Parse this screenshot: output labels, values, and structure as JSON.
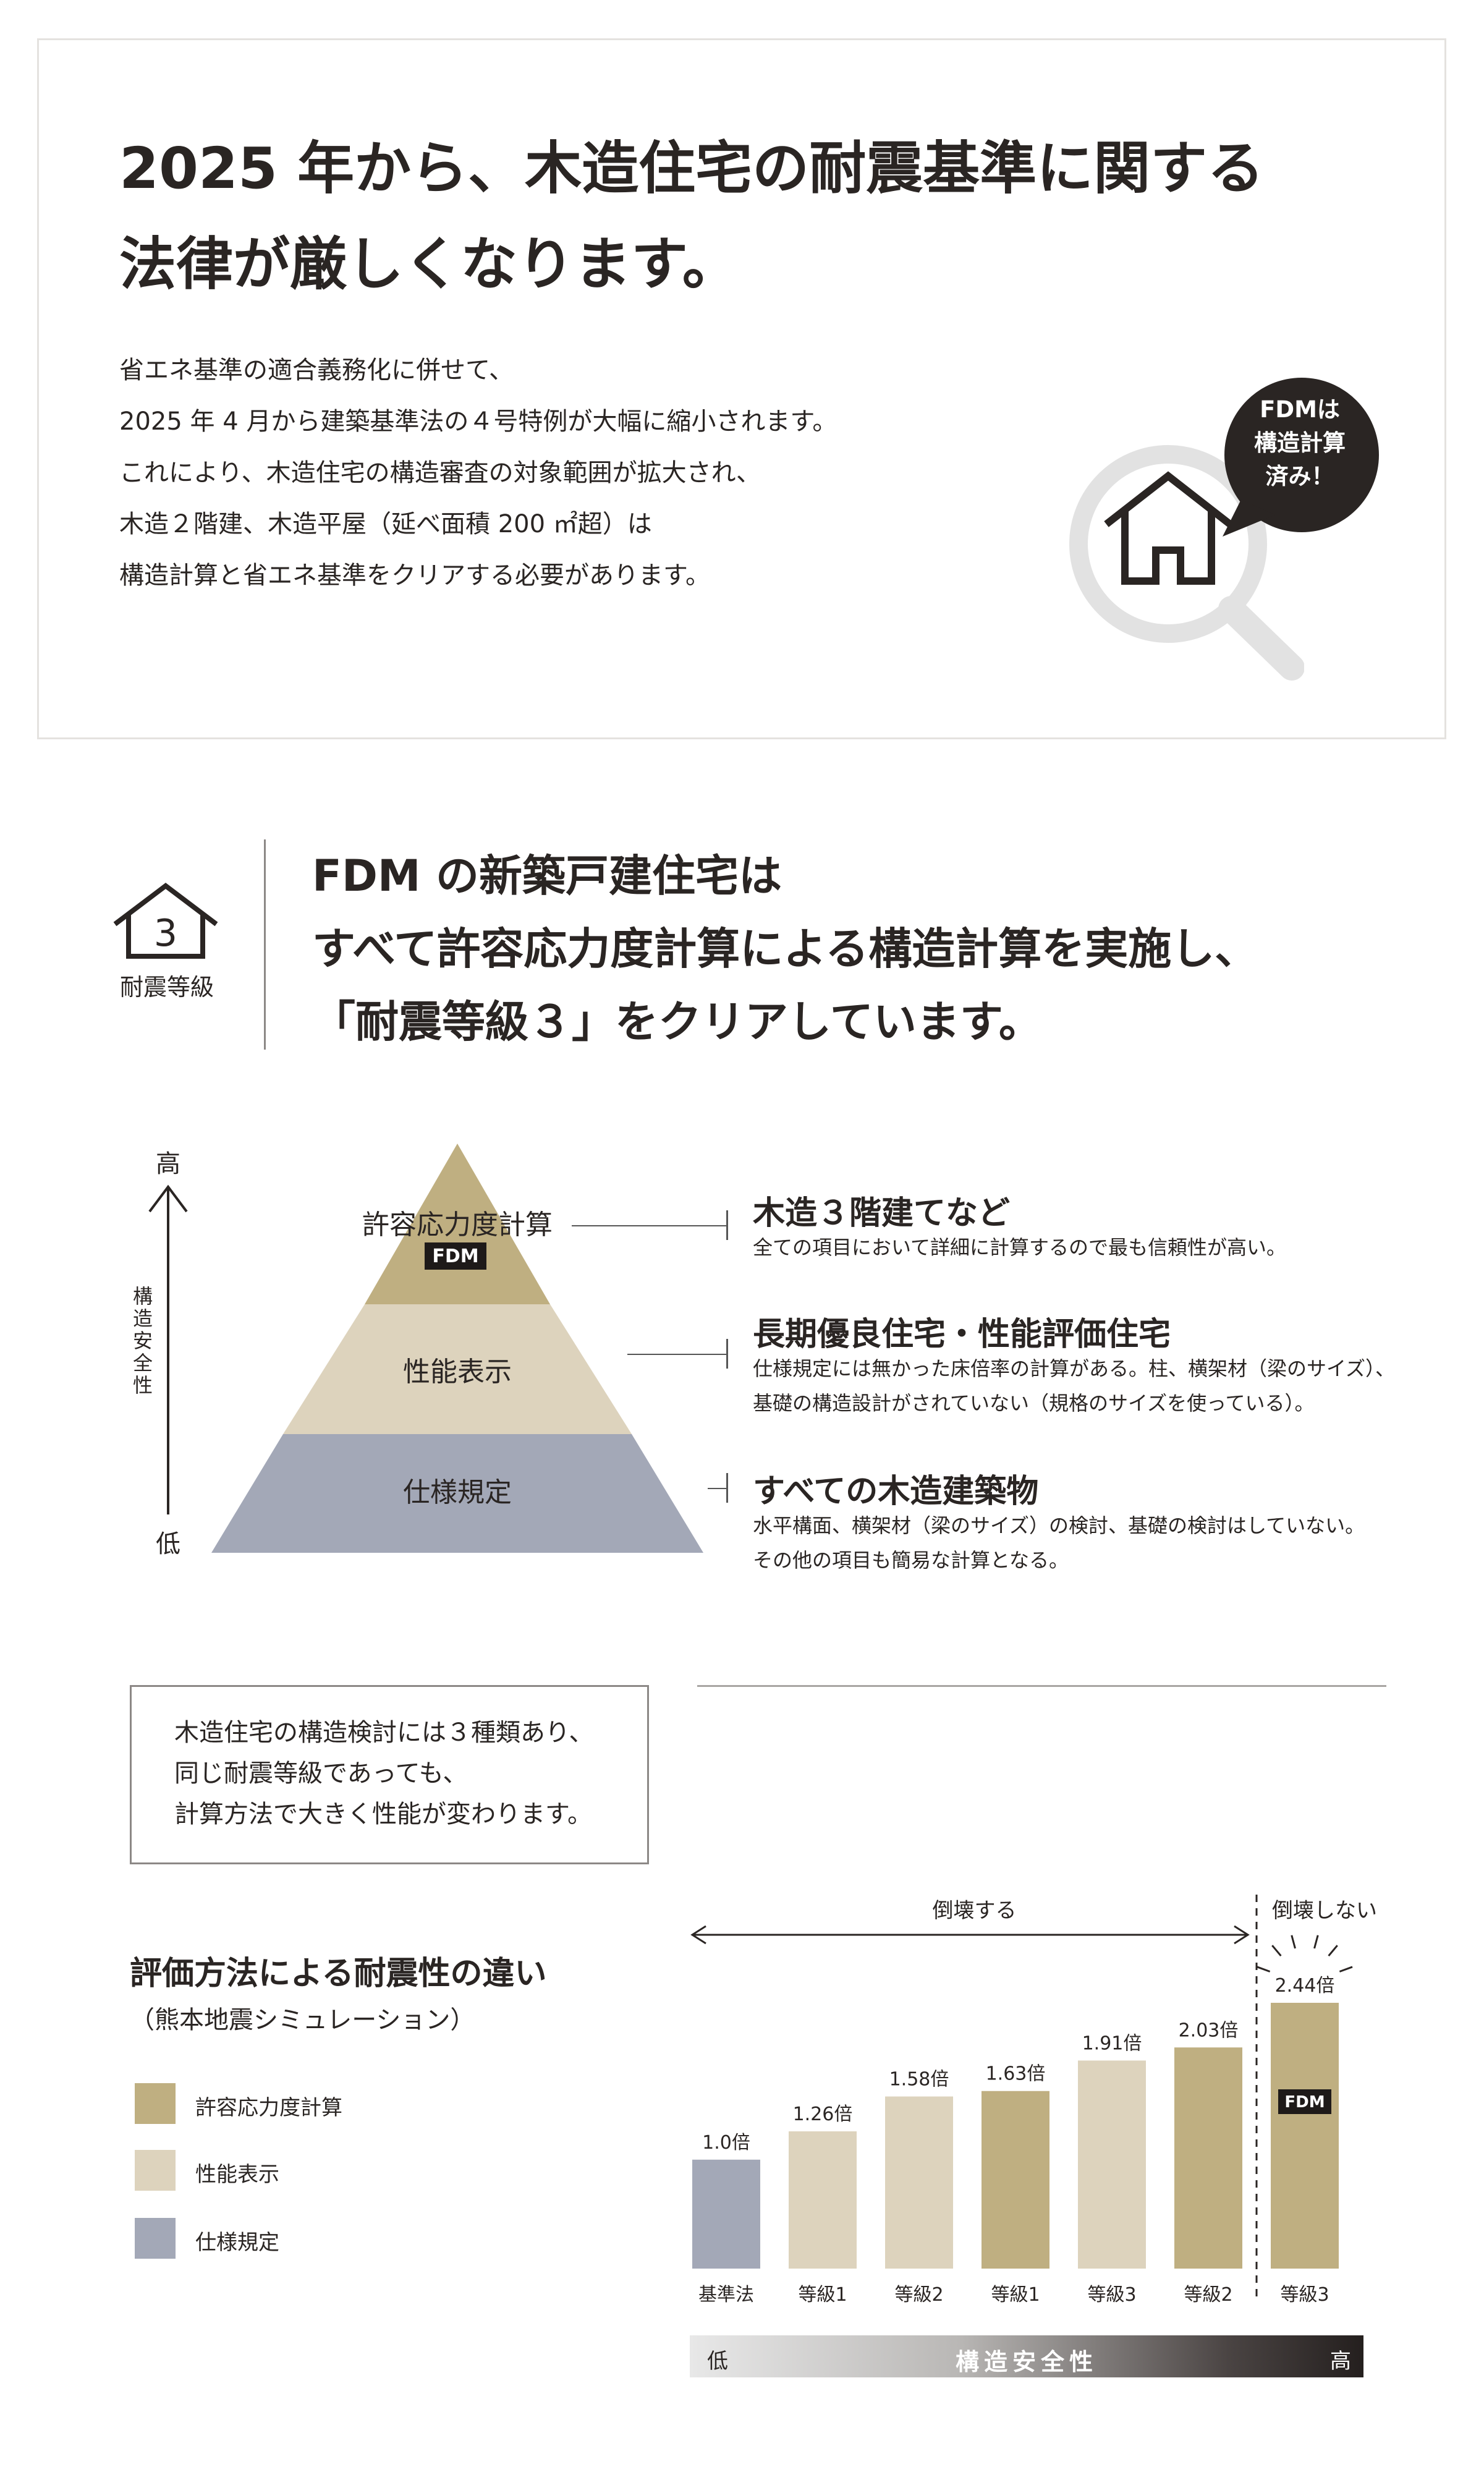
{
  "intro": {
    "heading_line1": "2025 年から、木造住宅の耐震基準に関する",
    "heading_line2": "法律が厳しくなります。",
    "body": [
      "省エネ基準の適合義務化に併せて、",
      "2025 年 4 月から建築基準法の４号特例が大幅に縮小されます。",
      "これにより、木造住宅の構造審査の対象範囲が拡大され、",
      "木造２階建、木造平屋（延べ面積 200 ㎡超）は",
      "構造計算と省エネ基準をクリアする必要があります。"
    ],
    "bubble": [
      "FDMは",
      "構造計算",
      "済み！"
    ]
  },
  "grade": {
    "icon_number": "3",
    "label": "耐震等級",
    "heading": [
      "FDM の新築戸建住宅は",
      "すべて許容応力度計算による構造計算を実施し、",
      "「耐震等級３」をクリアしています。"
    ]
  },
  "pyramid": {
    "axis_high": "高",
    "axis_low": "低",
    "axis_label": "構造安全性",
    "levels": [
      {
        "label": "許容応力度計算",
        "badge": "FDM",
        "color": "#bfaf81",
        "title": "木造３階建てなど",
        "desc": [
          "全ての項目において詳細に計算するので最も信頼性が高い。"
        ]
      },
      {
        "label": "性能表示",
        "color": "#ddd3bd",
        "title": "長期優良住宅・性能評価住宅",
        "desc": [
          "仕様規定には無かった床倍率の計算がある。柱、横架材（梁のサイズ）、",
          "基礎の構造設計がされていない（規格のサイズを使っている）。"
        ]
      },
      {
        "label": "仕様規定",
        "color": "#a3a8b7",
        "title": "すべての木造建築物",
        "desc": [
          "水平構面、横架材（梁のサイズ）の検討、基礎の検討はしていない。",
          "その他の項目も簡易な計算となる。"
        ]
      }
    ]
  },
  "note": [
    "木造住宅の構造検討には３種類あり、",
    "同じ耐震等級であっても、",
    "計算方法で大きく性能が変わります。"
  ],
  "evaluation": {
    "title": "評価方法による耐震性の違い",
    "subtitle": "（熊本地震シミュレーション）",
    "legend": [
      {
        "label": "許容応力度計算",
        "color": "#bfaf81"
      },
      {
        "label": "性能表示",
        "color": "#ddd3bd"
      },
      {
        "label": "仕様規定",
        "color": "#a3a8b7"
      }
    ]
  },
  "chart_data": {
    "type": "bar",
    "categories": [
      "基準法",
      "等級1",
      "等級2",
      "等級1",
      "等級3",
      "等級2",
      "等級3"
    ],
    "values": [
      1.0,
      1.26,
      1.58,
      1.63,
      1.91,
      2.03,
      2.44
    ],
    "value_labels": [
      "1.0倍",
      "1.26倍",
      "1.58倍",
      "1.63倍",
      "1.91倍",
      "2.03倍",
      "2.44倍"
    ],
    "bar_colors": [
      "#a3a8b7",
      "#ddd3bd",
      "#ddd3bd",
      "#bfaf81",
      "#ddd3bd",
      "#bfaf81",
      "#bfaf81"
    ],
    "collapse_label": "倒壊する",
    "no_collapse_label": "倒壊しない",
    "fdm_badge": "FDM",
    "fdm_index": 6,
    "ylim": [
      0,
      2.44
    ],
    "safety_axis": {
      "low": "低",
      "label": "構造安全性",
      "high": "高"
    }
  }
}
